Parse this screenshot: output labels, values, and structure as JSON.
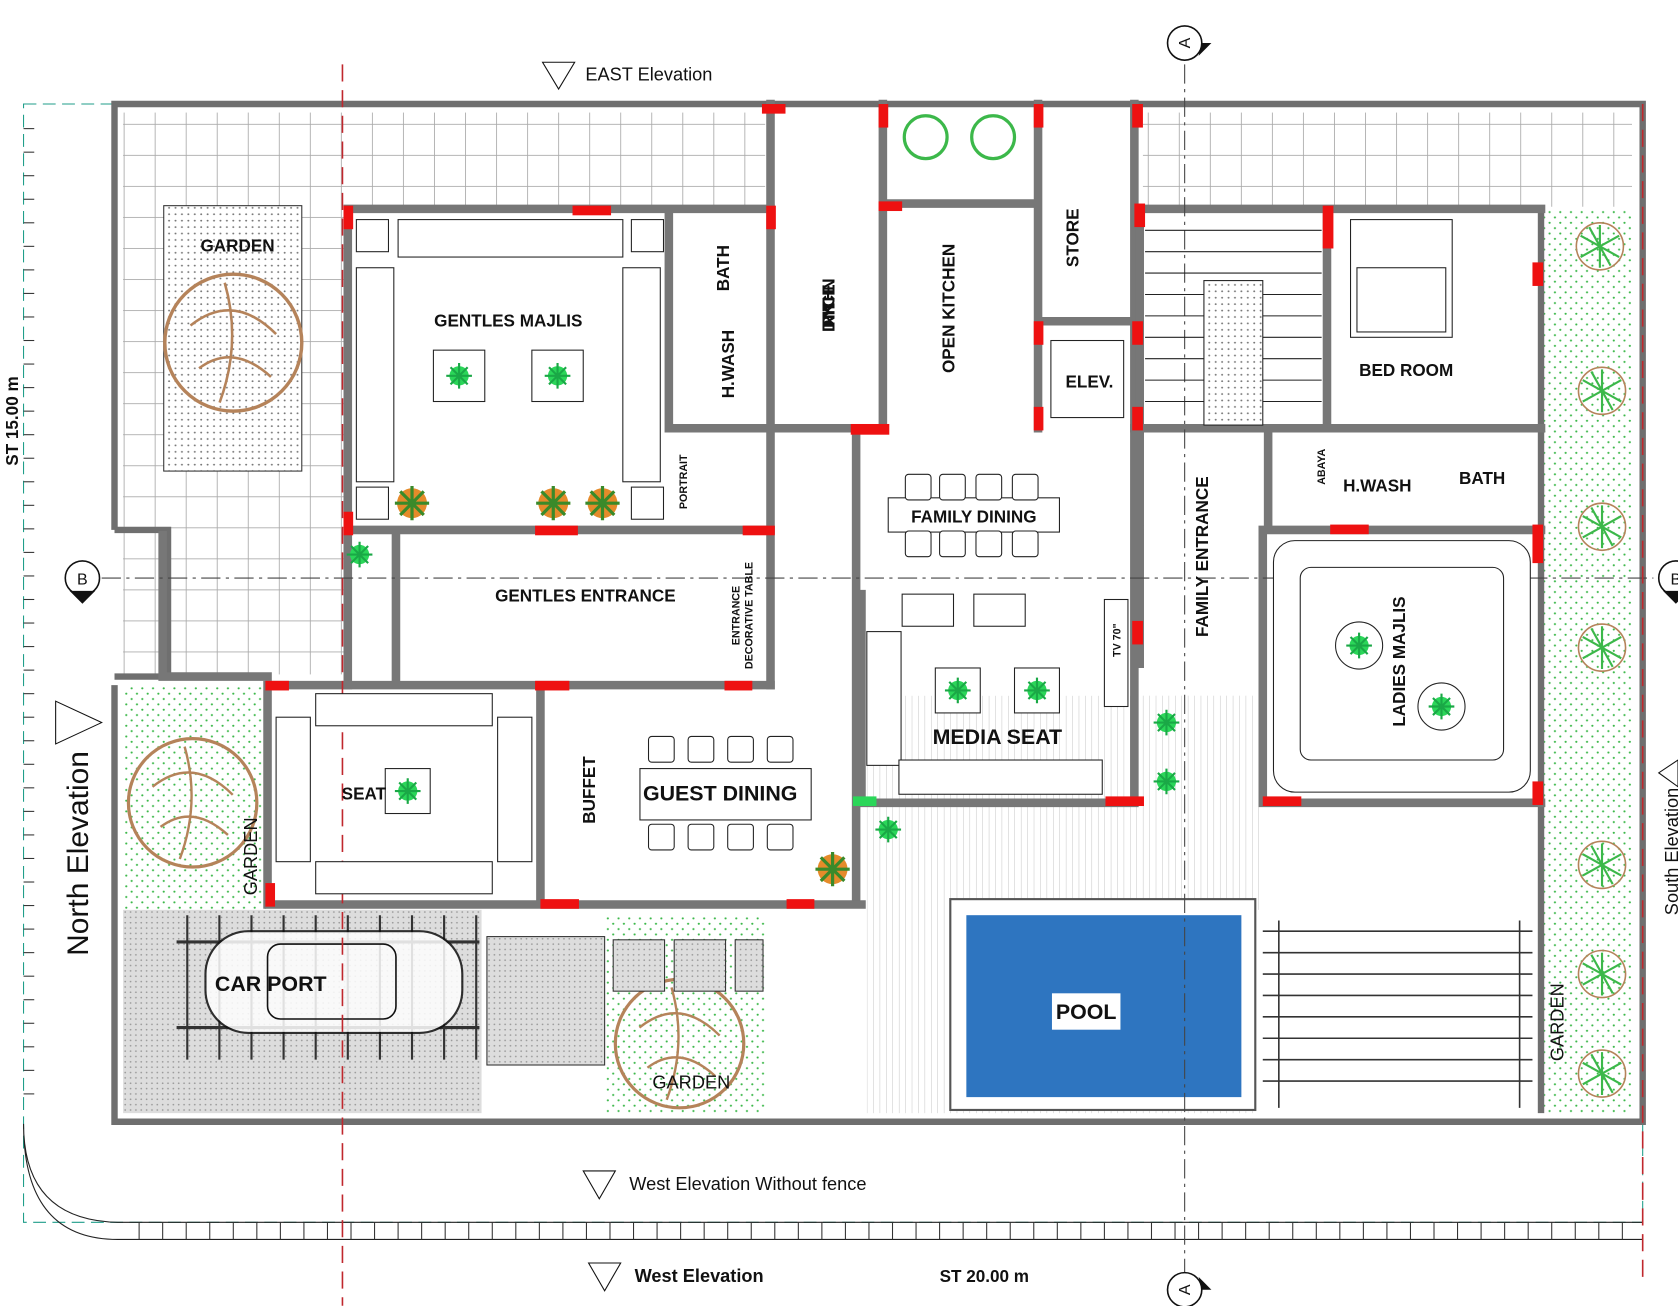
{
  "title": "Ground floor plan",
  "colors": {
    "wall": "#777777",
    "column": "#ee1111",
    "pool": "#2e75c0",
    "garden": "#3cb84a",
    "tree_trunk": "#b5835a",
    "axis": "#c0272d"
  },
  "elevations": {
    "east": "EAST Elevation",
    "north": "North Elevation",
    "south": "South Elevation",
    "west_without_fence": "West Elevation Without fence",
    "west": "West Elevation"
  },
  "streets": {
    "side": "ST 15.00 m",
    "front": "ST 20.00 m"
  },
  "section_markers": {
    "a_top": "A",
    "a_bottom": "A",
    "b_left": "B",
    "b_right": "B"
  },
  "rooms": {
    "garden_nw": "GARDEN",
    "gentles_majlis": "GENTLES MAJLIS",
    "bath_1": "BATH",
    "hwash_1": "H.WASH",
    "dirty_kitchen": "DIRTY KITCHEN",
    "open_kitchen": "OPEN KITCHEN",
    "store": "STORE",
    "elev": "ELEV.",
    "bed_room": "BED ROOM",
    "portrait": "PORTRAIT",
    "family_dining": "FAMILY DINING",
    "abaya": "ABAYA",
    "hwash_2": "H.WASH",
    "bath_2": "BATH",
    "gentles_entrance": "GENTLES ENTRANCE",
    "entrance_table_1": "ENTRANCE",
    "entrance_table_2": "DECORATIVE TABLE",
    "family_entrance": "FAMILY ENTRANCE",
    "tv": "TV 70\"",
    "ladies_majlis": "LADIES MAJLIS",
    "media_seat": "MEDIA SEAT",
    "seat": "SEAT",
    "buffet": "BUFFET",
    "guest_dining": "GUEST DINING",
    "garden_w": "GARDEN",
    "car_port": "CAR PORT",
    "garden_s": "GARDEN",
    "pool": "POOL",
    "garden_e": "GARDEN"
  }
}
